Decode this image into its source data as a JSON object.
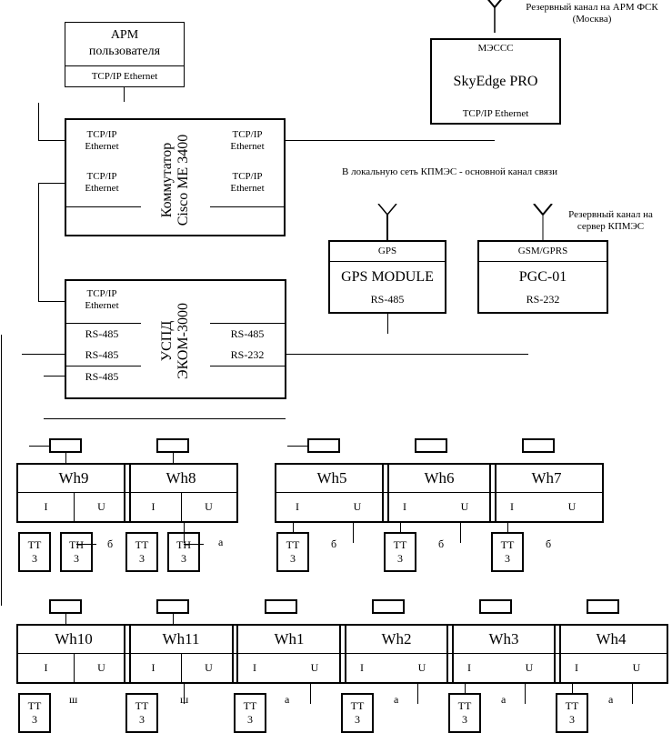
{
  "arm_user": {
    "title_line1": "АРМ",
    "title_line2": "пользователя",
    "port": "TCP/IP Ethernet"
  },
  "switch": {
    "name_line1": "Коммутатор",
    "name_line2": "Cisco ME 3400",
    "ports_left": [
      {
        "line1": "TCP/IP",
        "line2": "Ethernet"
      },
      {
        "line1": "TCP/IP",
        "line2": "Ethernet"
      }
    ],
    "ports_right": [
      {
        "line1": "TCP/IP",
        "line2": "Ethernet"
      },
      {
        "line1": "TCP/IP",
        "line2": "Ethernet"
      }
    ]
  },
  "skyedge": {
    "top_label": "МЭССС",
    "name": "SkyEdge PRO",
    "port": "TCP/IP Ethernet",
    "antenna_note_line1": "Резервный канал на АРМ ФСК",
    "antenna_note_line2": "(Москва)"
  },
  "local_network_note": "В локальную сеть КПМЭС - основной канал связи",
  "gps": {
    "top_label": "GPS",
    "name": "GPS MODULE",
    "port": "RS-485"
  },
  "pgc": {
    "top_label": "GSM/GPRS",
    "name": "PGC-01",
    "port": "RS-232",
    "antenna_note_line1": "Резервный канал на",
    "antenna_note_line2": "сервер КПМЭС"
  },
  "uspd": {
    "name_line1": "УСПД",
    "name_line2": "ЭКОМ-3000",
    "eth_port": {
      "line1": "TCP/IP",
      "line2": "Ethernet"
    },
    "ports_left": [
      "RS-485",
      "RS-485",
      "RS-485"
    ],
    "ports_right": [
      "RS-485",
      "RS-232"
    ]
  },
  "meters_row1": [
    {
      "name": "Wh9",
      "i": "I",
      "u": "U",
      "transformers": [
        "ТТ 3",
        "ТН 3"
      ],
      "phase": "б"
    },
    {
      "name": "Wh8",
      "i": "I",
      "u": "U",
      "transformers": [
        "ТТ 3",
        "ТН 3"
      ],
      "phase": "а"
    },
    {
      "name": "Wh5",
      "i": "I",
      "u": "U",
      "transformers": [
        "ТТ 3"
      ],
      "phase": "б"
    },
    {
      "name": "Wh6",
      "i": "I",
      "u": "U",
      "transformers": [
        "ТТ 3"
      ],
      "phase": "б"
    },
    {
      "name": "Wh7",
      "i": "I",
      "u": "U",
      "transformers": [
        "ТТ 3"
      ],
      "phase": "б"
    }
  ],
  "meters_row2": [
    {
      "name": "Wh10",
      "i": "I",
      "u": "U",
      "transformers": [
        "ТТ 3"
      ],
      "phase": "ш"
    },
    {
      "name": "Wh11",
      "i": "I",
      "u": "U",
      "transformers": [
        "ТТ 3"
      ],
      "phase": "ш"
    },
    {
      "name": "Wh1",
      "i": "I",
      "u": "U",
      "transformers": [
        "ТТ 3"
      ],
      "phase": "а"
    },
    {
      "name": "Wh2",
      "i": "I",
      "u": "U",
      "transformers": [
        "ТТ 3"
      ],
      "phase": "а"
    },
    {
      "name": "Wh3",
      "i": "I",
      "u": "U",
      "transformers": [
        "ТТ 3"
      ],
      "phase": "а"
    },
    {
      "name": "Wh4",
      "i": "I",
      "u": "U",
      "transformers": [
        "ТТ 3"
      ],
      "phase": "а"
    }
  ],
  "tt_labels": {
    "line1": "ТТ",
    "line2": "3"
  },
  "tn_labels": {
    "line1": "ТН",
    "line2": "3"
  }
}
